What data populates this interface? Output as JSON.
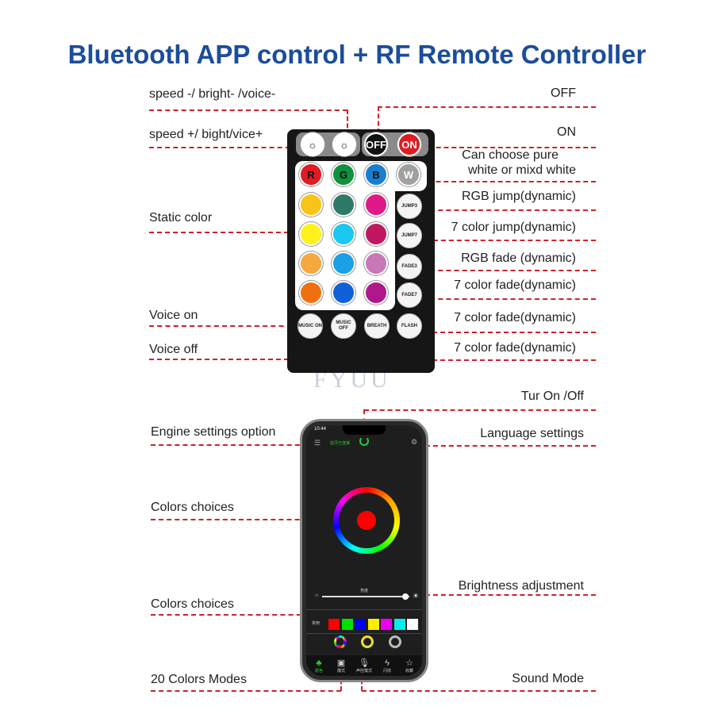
{
  "title": "Bluetooth APP control + RF Remote Controller",
  "watermark": "FYUU",
  "remote_labels": {
    "left": [
      "speed -/ bright- /voice-",
      "speed +/ bight/vice+",
      "Static color",
      "Voice on",
      "Voice off"
    ],
    "right": [
      "OFF",
      "ON",
      "Can choose pure",
      "white or mixd white",
      "RGB jump(dynamic)",
      "7 color jump(dynamic)",
      "RGB fade (dynamic)",
      "7 color fade(dynamic)",
      "7 color fade(dynamic)",
      "7 color fade(dynamic)"
    ]
  },
  "remote": {
    "top_buttons": [
      {
        "icon": "brightness-down-icon",
        "label": "☼"
      },
      {
        "icon": "brightness-up-icon",
        "label": "☼"
      },
      {
        "label": "OFF",
        "color": "#111111"
      },
      {
        "label": "ON",
        "color": "#e01b22"
      }
    ],
    "rgbw": [
      {
        "label": "R",
        "color": "#e01b22"
      },
      {
        "label": "G",
        "color": "#109040"
      },
      {
        "label": "B",
        "color": "#1a7ed0"
      },
      {
        "label": "W",
        "color": "#a0a0a0"
      }
    ],
    "static_colors": [
      "#f8c418",
      "#2e7a68",
      "#e0188a",
      "#fff21a",
      "#1ac8f0",
      "#c01860",
      "#f6a840",
      "#1aa0e6",
      "#c878b8",
      "#f07010",
      "#1060d8",
      "#b0188a"
    ],
    "mode_buttons": [
      "JUMP3",
      "JUMP7",
      "FADE3",
      "FADE7"
    ],
    "bottom_buttons": [
      "MUSIC ON",
      "MUSIC OFF",
      "BREATH",
      "FLASH"
    ]
  },
  "app_labels": {
    "left": [
      "Engine settings option",
      "Colors choices",
      "Colors choices",
      "20 Colors Modes"
    ],
    "right": [
      "Tur On /Off",
      "Language settings",
      "Brightness adjustment",
      "Sound Mode"
    ]
  },
  "app": {
    "time": "10:44",
    "status": "蓝牙已连接",
    "brightness_label": "亮度",
    "brightness": 0.95,
    "common_label": "常用",
    "swatches": [
      "#ff0000",
      "#00e000",
      "#0000ee",
      "#ffee00",
      "#ee00ee",
      "#00eeee",
      "#ffffff"
    ],
    "tabs": [
      "颜色",
      "模式",
      "声控模式",
      "闪烁",
      "收藏"
    ]
  }
}
